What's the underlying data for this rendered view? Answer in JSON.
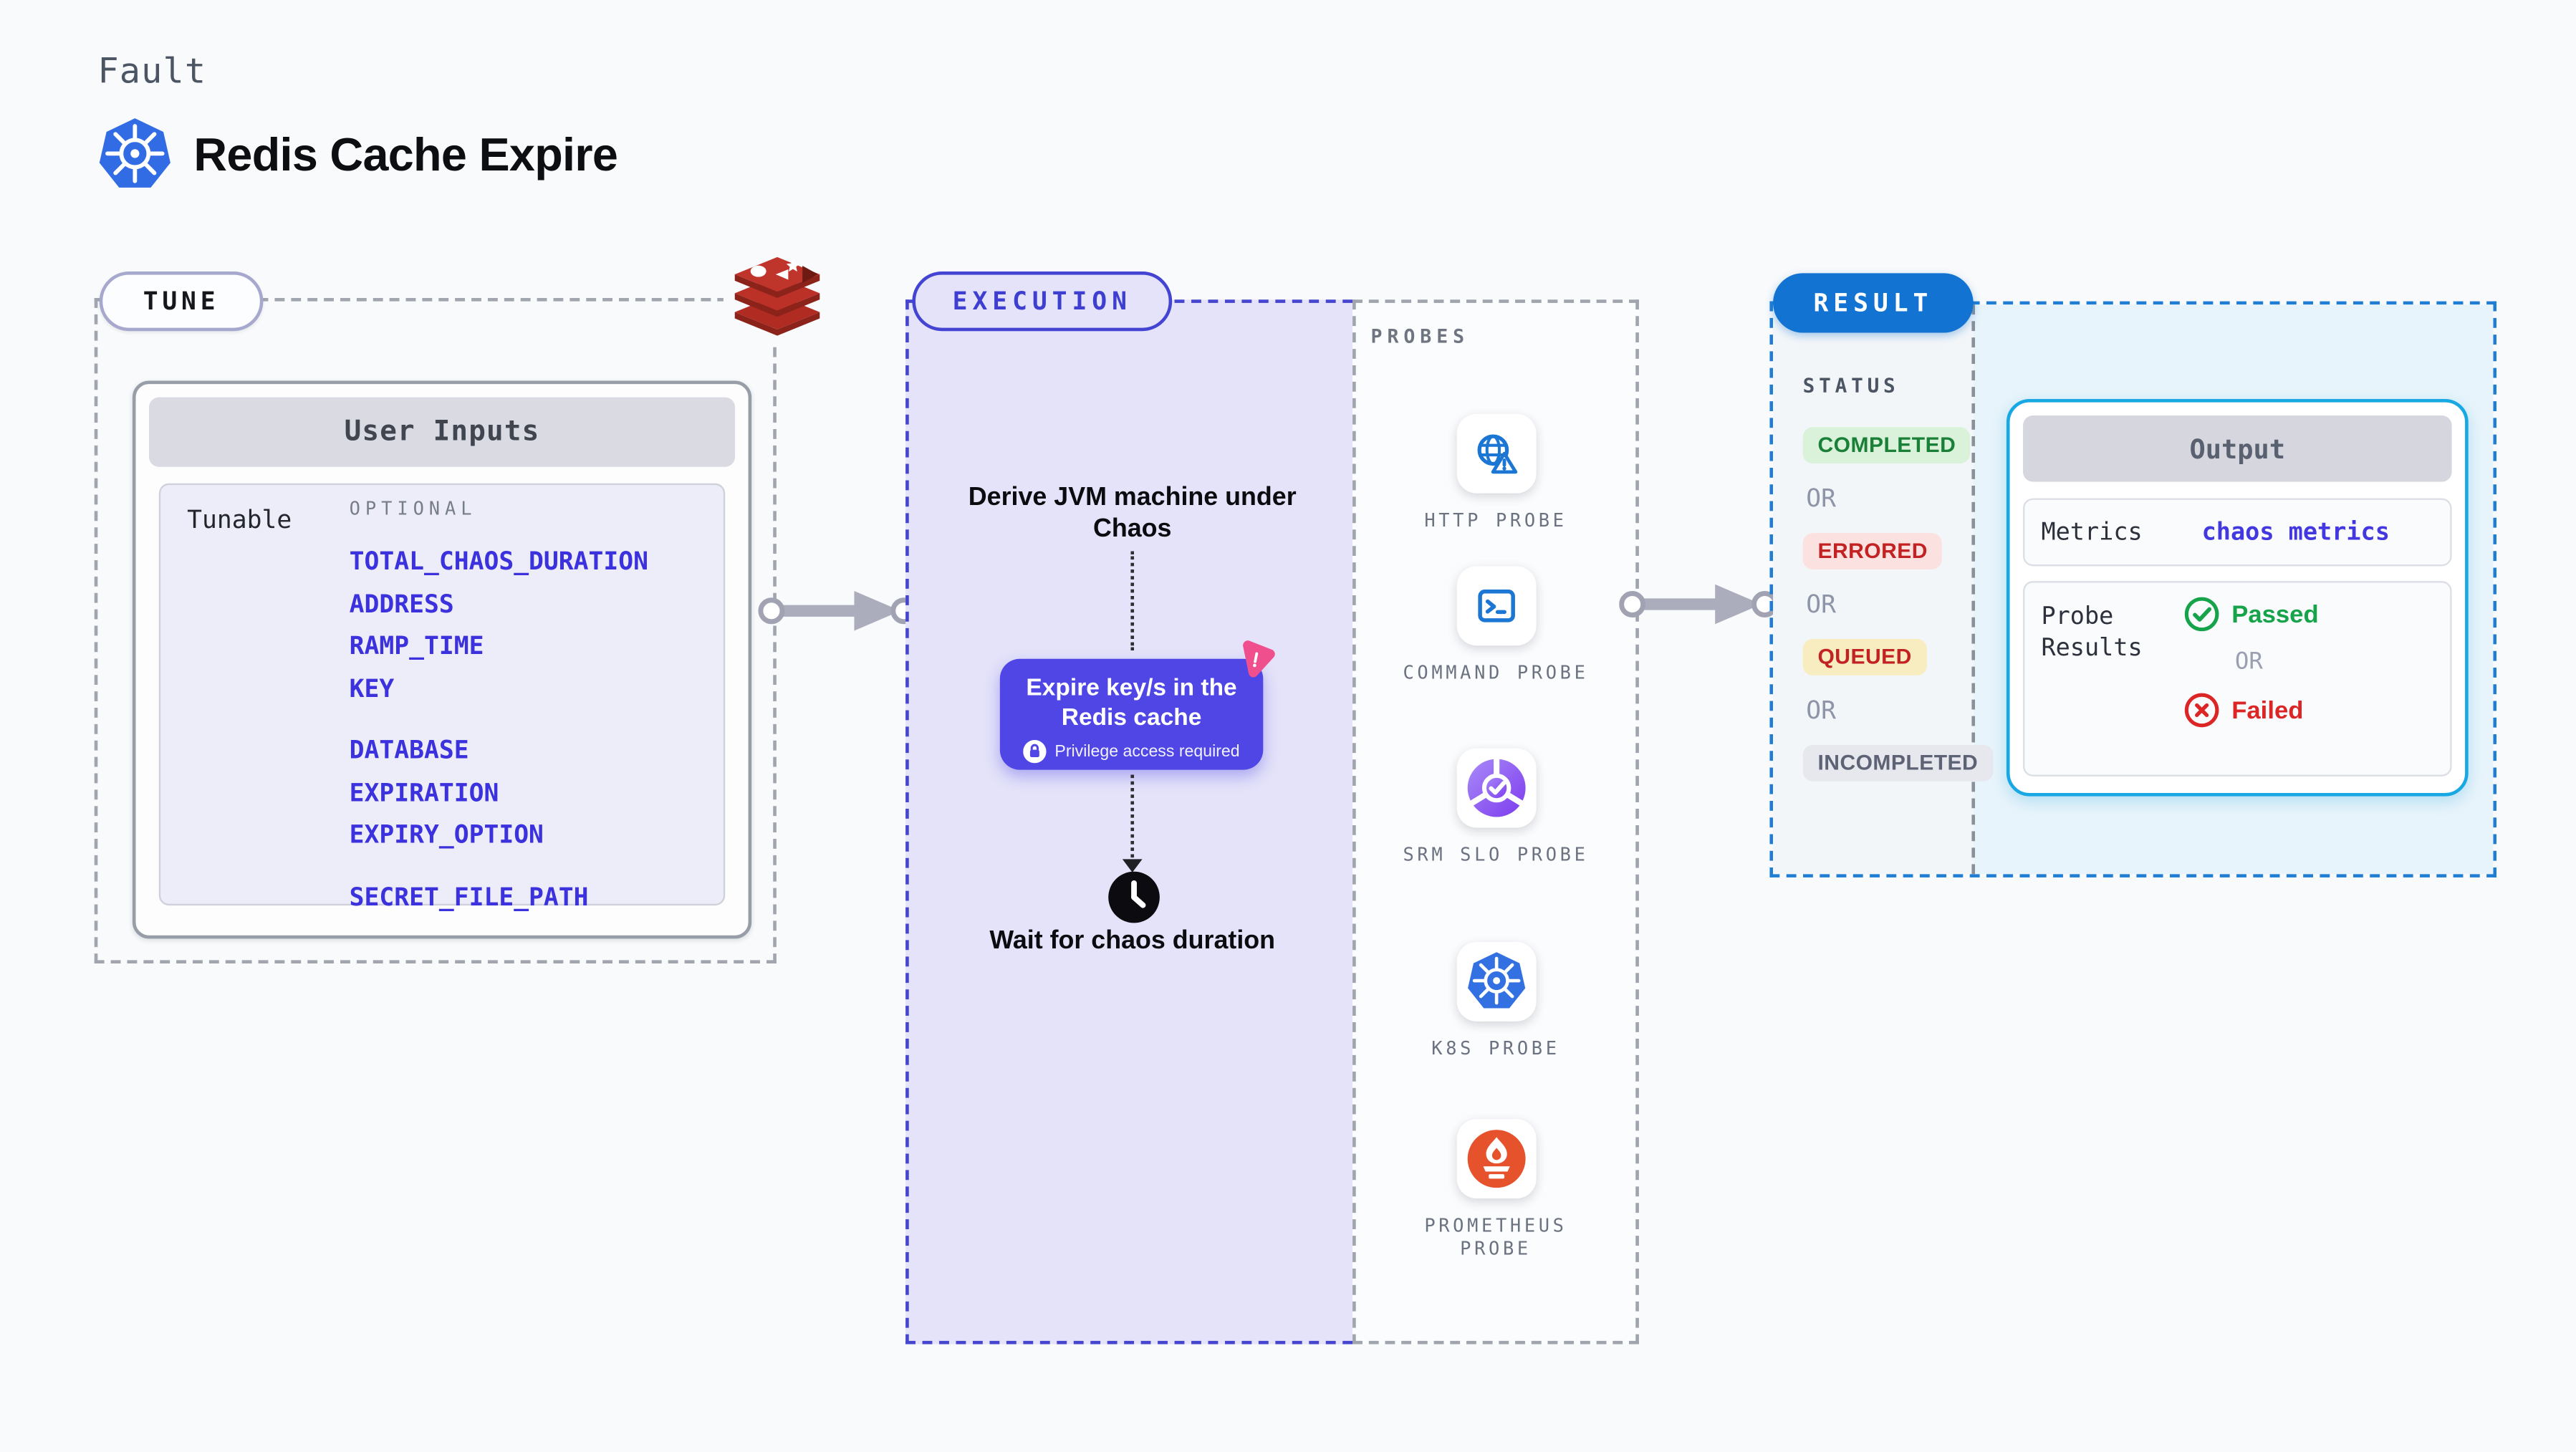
{
  "header": {
    "kicker": "Fault",
    "title": "Redis Cache Expire"
  },
  "tune": {
    "pill": "TUNE",
    "card_title": "User Inputs",
    "row_label": "Tunable",
    "optional_label": "OPTIONAL",
    "input_groups": [
      [
        "TOTAL_CHAOS_DURATION",
        "ADDRESS",
        "RAMP_TIME",
        "KEY"
      ],
      [
        "DATABASE",
        "EXPIRATION",
        "EXPIRY_OPTION"
      ],
      [
        "SECRET_FILE_PATH"
      ]
    ]
  },
  "execution": {
    "pill": "EXECUTION",
    "derive_step": "Derive JVM machine under Chaos",
    "action_title": "Expire key/s in the Redis cache",
    "action_badge": "Privilege access required",
    "wait_step": "Wait for chaos duration"
  },
  "probes": {
    "label": "PROBES",
    "items": [
      {
        "label": "HTTP PROBE",
        "icon": "globe-alert-icon"
      },
      {
        "label": "COMMAND PROBE",
        "icon": "terminal-icon"
      },
      {
        "label": "SRM SLO PROBE",
        "icon": "slo-donut-icon"
      },
      {
        "label": "K8S PROBE",
        "icon": "kubernetes-icon"
      },
      {
        "label": "PROMETHEUS PROBE",
        "icon": "prometheus-icon"
      }
    ]
  },
  "result": {
    "pill": "RESULT",
    "status_label": "STATUS",
    "or_label": "OR",
    "statuses": [
      {
        "label": "COMPLETED",
        "kind": "completed"
      },
      {
        "label": "ERRORED",
        "kind": "errored"
      },
      {
        "label": "QUEUED",
        "kind": "queued"
      },
      {
        "label": "INCOMPLETED",
        "kind": "incompleted"
      }
    ],
    "output": {
      "title": "Output",
      "metrics_label": "Metrics",
      "metrics_value": "chaos metrics",
      "probe_results_label": "Probe Results",
      "passed_label": "Passed",
      "or_label": "OR",
      "failed_label": "Failed"
    }
  },
  "colors": {
    "accent_indigo": "#4f46e5",
    "execution_lavender": "#e4e3f9",
    "result_blue": "#1273d2",
    "output_cyan": "#18a8e3",
    "link_blue": "#3b31dd",
    "passed_green": "#16a34a",
    "failed_red": "#dc2626",
    "pink": "#f04f8e"
  }
}
